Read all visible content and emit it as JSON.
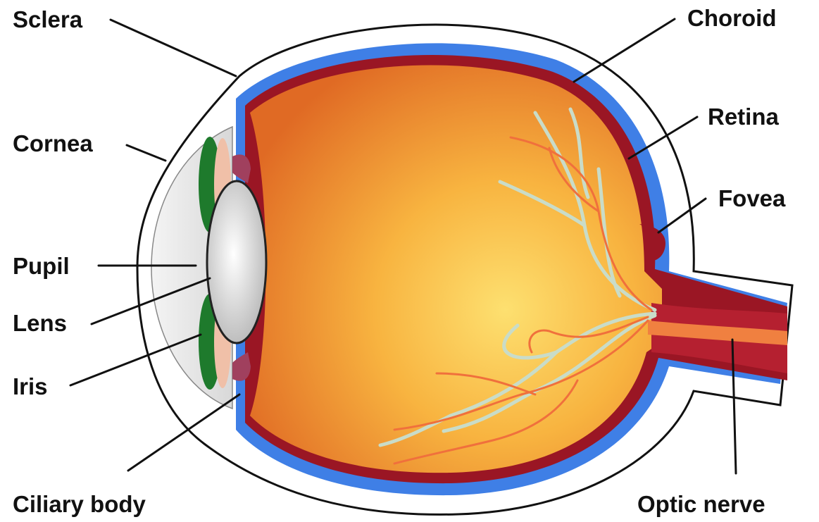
{
  "labels": {
    "sclera": "Sclera",
    "cornea": "Cornea",
    "pupil": "Pupil",
    "lens": "Lens",
    "iris": "Iris",
    "ciliary_body": "Ciliary body",
    "choroid": "Choroid",
    "retina": "Retina",
    "fovea": "Fovea",
    "optic_nerve": "Optic nerve"
  },
  "colors": {
    "sclera_outline": "#111111",
    "choroid": "#3f7fe6",
    "retina": "#9a1624",
    "vitreous_light": "#fde070",
    "vitreous_dark": "#e06a24",
    "iris": "#1e7a2c",
    "ciliary_body": "#a0405e",
    "lens": "#d8d8d8",
    "vessels": "#c9dcc8",
    "arteries": "#f0703c"
  }
}
